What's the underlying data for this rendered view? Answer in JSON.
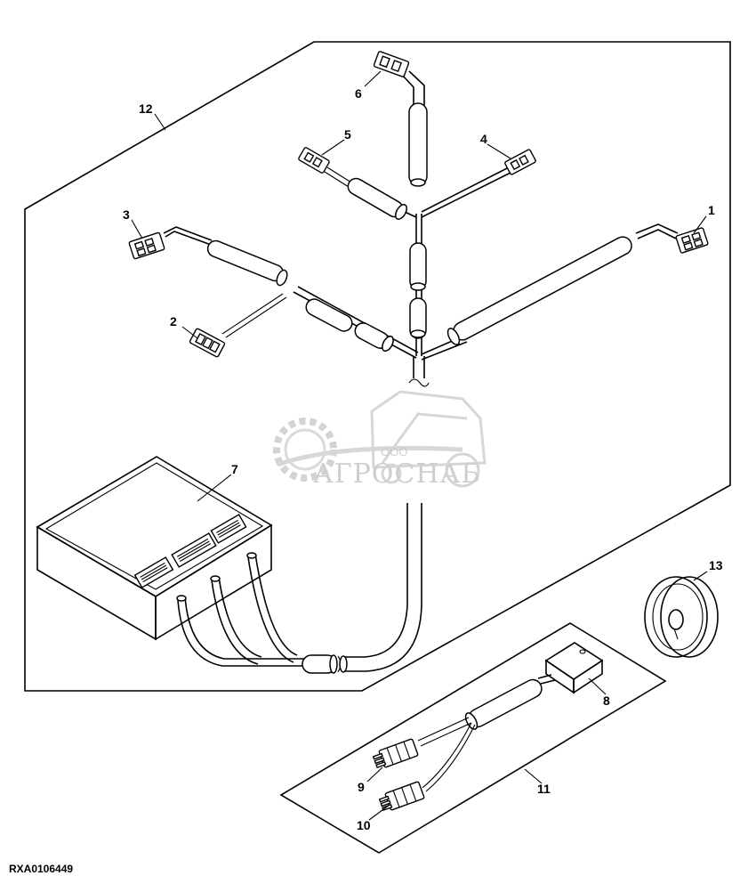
{
  "drawing_id": "RXA0106449",
  "watermark": {
    "brand": "АГРОСНАБ",
    "prefix": "ООО"
  },
  "callouts": [
    {
      "id": "1",
      "label": "1"
    },
    {
      "id": "2",
      "label": "2"
    },
    {
      "id": "3",
      "label": "3"
    },
    {
      "id": "4",
      "label": "4"
    },
    {
      "id": "5",
      "label": "5"
    },
    {
      "id": "6",
      "label": "6"
    },
    {
      "id": "7",
      "label": "7"
    },
    {
      "id": "8",
      "label": "8"
    },
    {
      "id": "9",
      "label": "9"
    },
    {
      "id": "10",
      "label": "10"
    },
    {
      "id": "11",
      "label": "11"
    },
    {
      "id": "12",
      "label": "12"
    },
    {
      "id": "13",
      "label": "13"
    }
  ],
  "colors": {
    "line": "#000000",
    "background": "#ffffff",
    "watermark": "#c9c9c9"
  }
}
